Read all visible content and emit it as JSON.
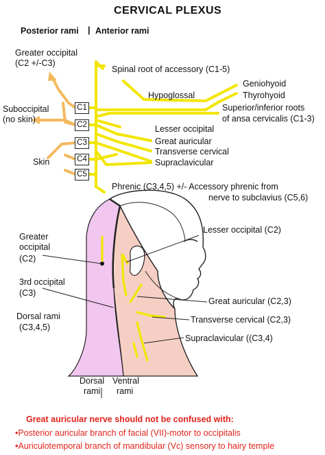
{
  "title": "CERVICAL PLEXUS",
  "headers": {
    "posterior": "Posterior rami",
    "divider": "|",
    "anterior": "Anterior rami"
  },
  "segments": [
    "C1",
    "C2",
    "C3",
    "C4",
    "C5"
  ],
  "posterior_labels": {
    "greater_occipital_1": "Greater occipital",
    "greater_occipital_2": "(C2 +/-C3)",
    "suboccipital_1": "Suboccipital",
    "suboccipital_2": "(no skin)",
    "skin": "Skin"
  },
  "anterior_labels": {
    "spinal_accessory": "Spinal root of accessory (C1-5)",
    "geniohyoid": "Geniohyoid",
    "thyrohyoid": "Thyrohyoid",
    "hypoglossal": "Hypoglossal",
    "ansa_1": "Superior/inferior roots",
    "ansa_2": "of ansa cervicalis (C1-3)",
    "lesser_occipital": "Lesser occipital",
    "great_auricular": "Great auricular",
    "transverse_cervical": "Transverse cervical",
    "supraclavicular": "Supraclavicular",
    "phrenic_1": "Phrenic (C3,4,5) +/- Accessory phrenic from",
    "phrenic_2": "nerve to subclavius (C5,6)"
  },
  "head_labels": {
    "greater_occipital_1": "Greater",
    "greater_occipital_2": "occipital",
    "greater_occipital_3": "(C2)",
    "third_occipital_1": "3rd occipital",
    "third_occipital_2": "(C3)",
    "dorsal_rami_1": "Dorsal rami",
    "dorsal_rami_2": "(C3,4,5)",
    "lesser_occipital": "Lesser occipital (C2)",
    "great_auricular": "Great auricular (C2,3)",
    "transverse_cervical": "Transverse cervical (C2,3)",
    "supraclavicular": "Supraclavicular ((C3,4)",
    "dorsal_bottom_1": "Dorsal",
    "dorsal_bottom_2": "rami",
    "ventral_bottom_1": "Ventral",
    "ventral_bottom_2": "rami"
  },
  "note": {
    "heading": "Great auricular nerve should not be confused with:",
    "line1": "•Posterior auricular branch of facial (VII)-motor to occipitalis",
    "line2": "•Auriculotemporal branch of mandibular (Vc) sensory to hairy temple"
  },
  "colors": {
    "nerve_yellow": "#f2e600",
    "posterior_orange": "#f3b95f",
    "dorsal_pink": "#f1c6ef",
    "ventral_salmon": "#f6cfc4",
    "note_red": "#e0231b"
  }
}
